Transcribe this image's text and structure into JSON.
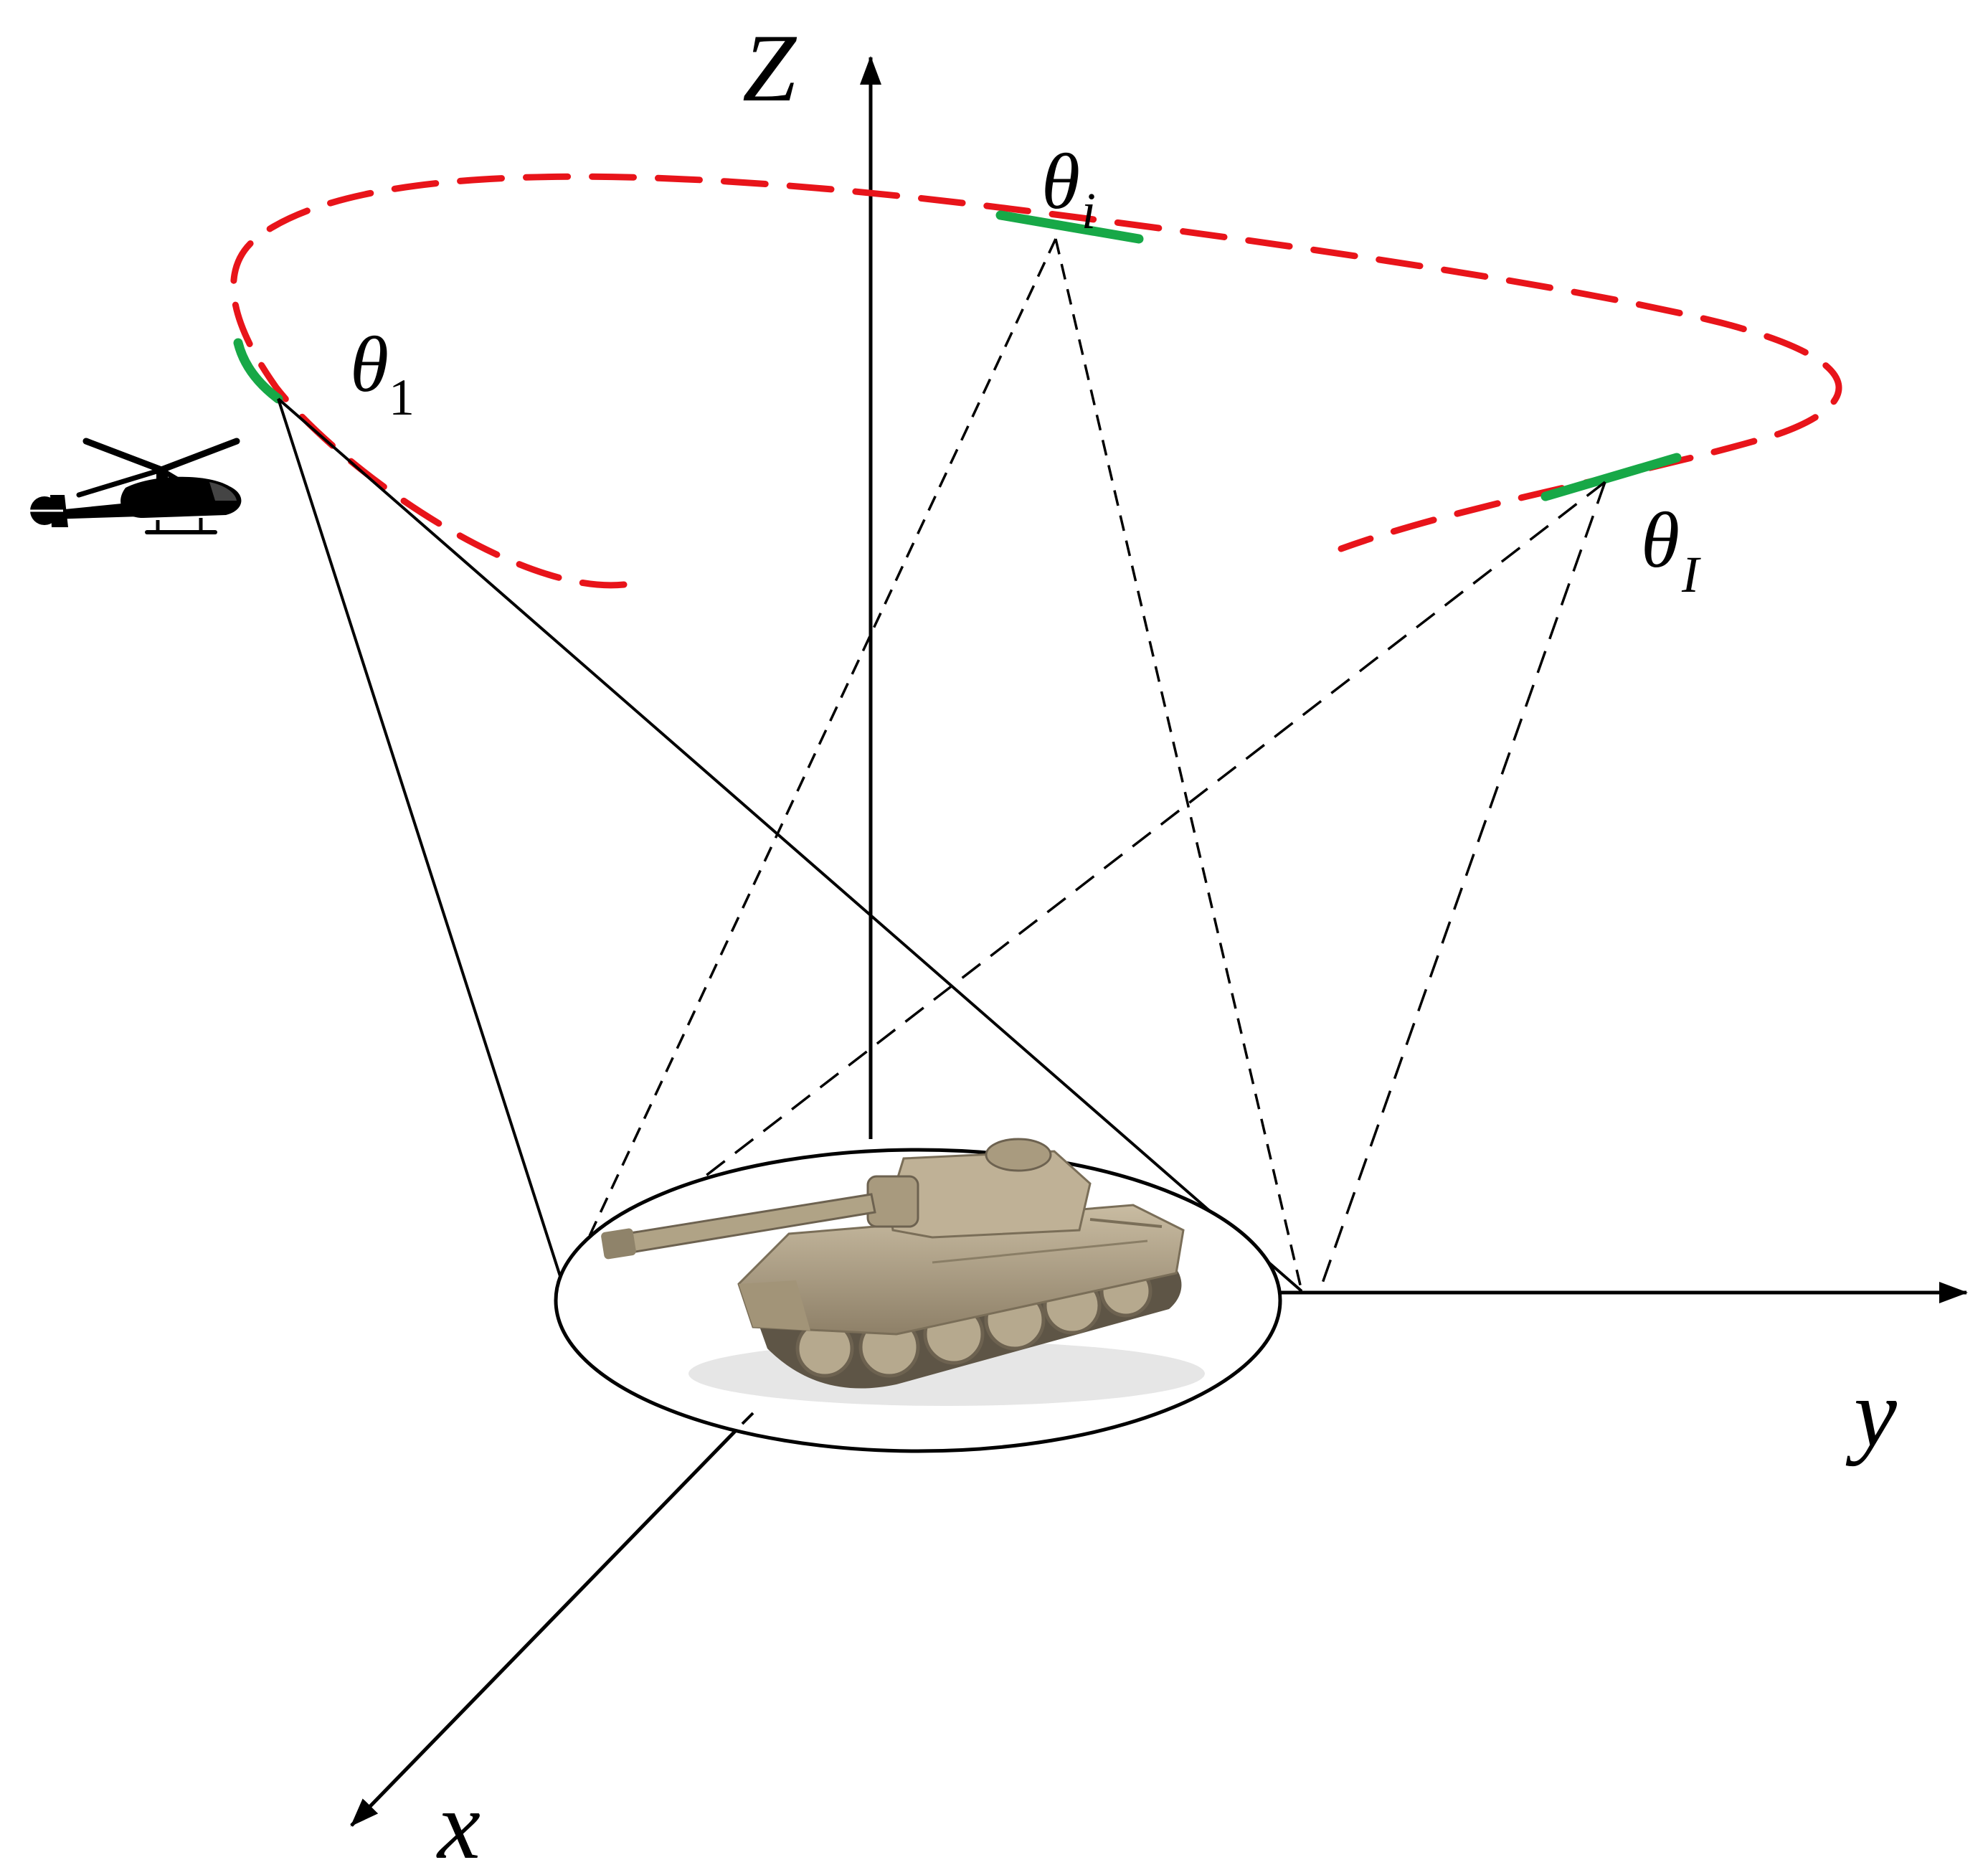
{
  "axes": {
    "z": "Z",
    "y": "y",
    "x": "x"
  },
  "angles": {
    "first": {
      "symbol": "θ",
      "sub": "1"
    },
    "middle": {
      "symbol": "θ",
      "sub": "i"
    },
    "last": {
      "symbol": "θ",
      "sub": "I"
    }
  },
  "icons": {
    "aircraft": "helicopter-icon",
    "target": "tank-icon"
  },
  "colors": {
    "trajectory": "#e8141a",
    "aperture": "#17a847",
    "lines": "#000000",
    "tank_body": "#b8a88c"
  }
}
